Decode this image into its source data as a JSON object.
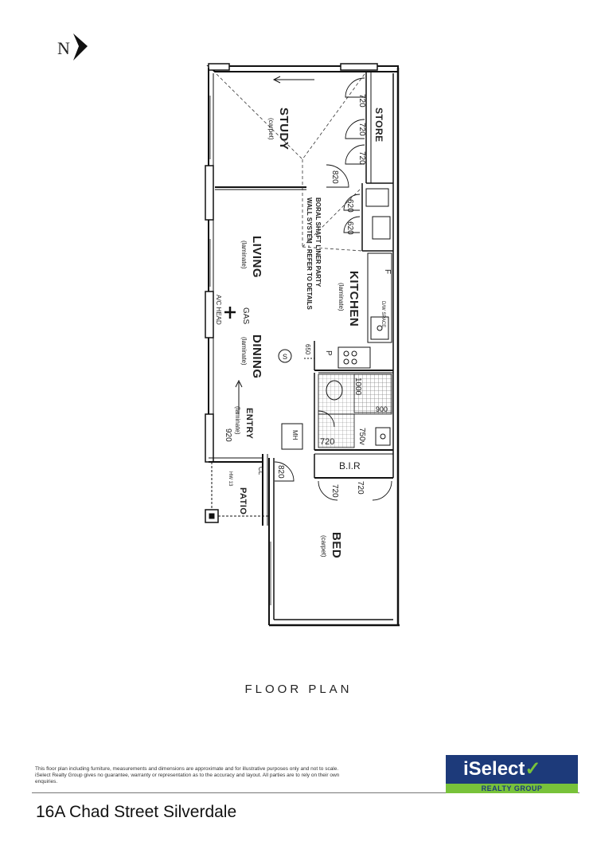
{
  "north": "N",
  "rooms": {
    "study": {
      "name": "STUDY",
      "finish": "(carpet)"
    },
    "store": {
      "name": "STORE"
    },
    "living": {
      "name": "LIVING",
      "finish": "(laminate)"
    },
    "kitchen": {
      "name": "KITCHEN",
      "finish": "(laminate)"
    },
    "dining": {
      "name": "DINING",
      "finish": "(laminate)"
    },
    "entry": {
      "name": "ENTRY",
      "finish": "(laminate)"
    },
    "patio": {
      "name": "PATIO"
    },
    "bir": {
      "name": "B.I.R"
    },
    "bed": {
      "name": "BED",
      "finish": "(carpet)"
    }
  },
  "labels": {
    "wall_note_1": "BORAL SHAFT LINER PARTY",
    "wall_note_2": "WALL SYSTEM - REFER TO DETAILS",
    "ac_head": "A/C HEAD",
    "gas": "GAS",
    "dw_space": "D/W SPACE",
    "mh": "MH",
    "cl": "CL",
    "hw": "HW 13",
    "smoke": "S",
    "fridge": "F",
    "pantry": "P"
  },
  "dimensions": {
    "d_720_a": "720",
    "d_720_b": "720",
    "d_720_c": "720",
    "d_820_study": "820",
    "d_620_a": "620",
    "d_620_b": "620",
    "d_650": "650",
    "d_1000": "1000",
    "d_900": "900",
    "d_750v": "750v",
    "d_720_ens": "720",
    "d_920": "920",
    "d_820_bed": "820",
    "d_720_bir_a": "720",
    "d_720_bir_b": "720"
  },
  "caption": "FLOOR PLAN",
  "disclaimer": "This floor plan including furniture, measurements and dimensions are approximate and for illustrative purposes only and not to scale. iSelect Realty Group gives no guarantee, warranty or representation as to the accuracy and layout. All parties are to rely on their own enquiries.",
  "address": "16A Chad Street Silverdale",
  "logo": {
    "brand": "iSelect",
    "tagline": "REALTY GROUP",
    "navy": "#1d3a7a",
    "green": "#78c23a"
  }
}
